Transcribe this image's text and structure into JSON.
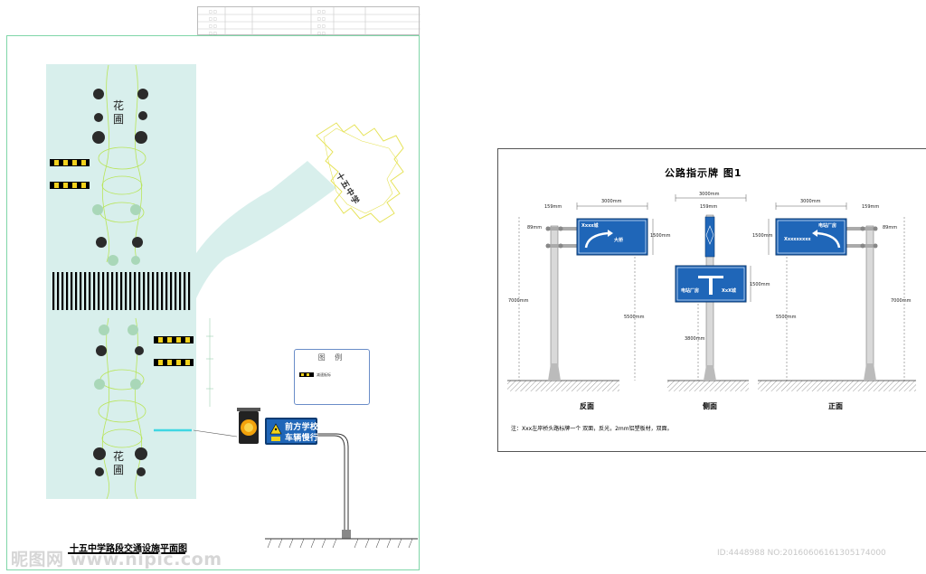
{
  "plan": {
    "title": "十五中学路段交通设施平面图",
    "school_label": "十五中学",
    "flower_bed_label_top": "花圃",
    "flower_bed_label_bottom": "花圃",
    "sign_line1": "前方学校",
    "sign_line2": "车辆慢行",
    "legend_title": "图 例",
    "legend_item": "减速板标"
  },
  "sign_drawing": {
    "title": "公路指示牌 图1",
    "views": [
      "反面",
      "侧面",
      "正面"
    ],
    "note": "注：Xxx左岸桥头路标牌一个 双面，反光，2mm铝塑板材，双面。",
    "dims": {
      "width_3000": "3000mm",
      "pole_159": "159mm",
      "gap_89": "89mm",
      "height_1500": "1500mm",
      "height_7000": "7000mm",
      "height_5500": "5500mm",
      "height_3800": "3800mm"
    },
    "back_sign": {
      "text_top": "Xxxx城",
      "text_right": "大桥"
    },
    "side_sign": {
      "left": "电站厂房",
      "right": "XxX城"
    },
    "front_sign": {
      "text_top": "电站厂房",
      "text_left": "Xxxxxxxxx"
    }
  },
  "watermark": {
    "site": "昵图网 www.nipic.com",
    "id": "ID:4448988 NO:20160606161305174000"
  },
  "colors": {
    "road_fill": "#d8efec",
    "sign_blue": "#1f66b8",
    "plant_green": "#b9e55a",
    "stripe_yellow": "#f2d21b"
  }
}
